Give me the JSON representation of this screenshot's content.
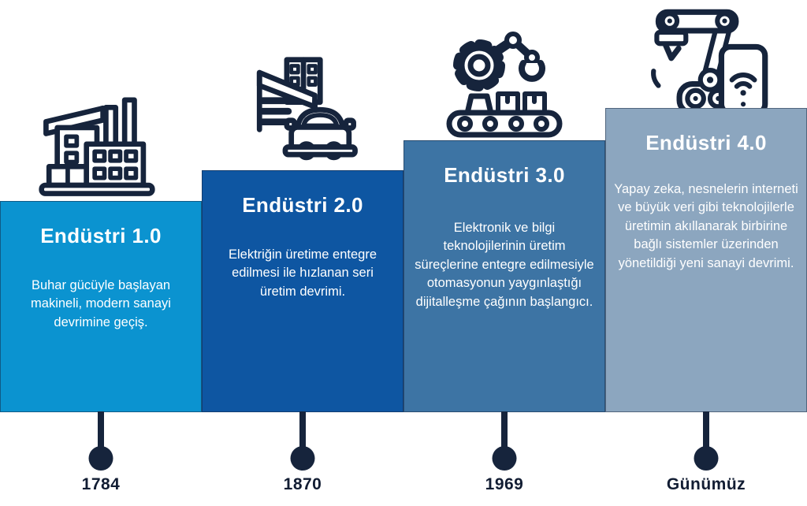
{
  "colors": {
    "panel1_bg": "#0B93D0",
    "panel2_bg": "#0E56A2",
    "panel3_bg": "#3D74A4",
    "panel4_bg": "#8CA6BF",
    "navy_outline": "#16243C",
    "year_text": "#121D33",
    "panel_text": "#FFFFFF",
    "background": "#FFFFFF"
  },
  "icons": {
    "era1": "factory-icon",
    "era2": "car-assembly-icon",
    "era3": "robotic-conveyor-icon",
    "era4": "smart-robot-phone-icon"
  },
  "timeline": {
    "eras": [
      {
        "title": "Endüstri 1.0",
        "description": "Buhar gücüyle başlayan makineli, modern sanayi devrimine geçiş.",
        "year": "1784"
      },
      {
        "title": "Endüstri 2.0",
        "description": "Elektriğin üretime entegre edilmesi ile hızlanan seri üretim devrimi.",
        "year": "1870"
      },
      {
        "title": "Endüstri 3.0",
        "description": "Elektronik ve bilgi teknolojilerinin üretim süreçlerine entegre edilmesiyle otomasyonun yaygınlaştığı dijitalleşme çağının başlangıcı.",
        "year": "1969"
      },
      {
        "title": "Endüstri 4.0",
        "description": "Yapay zeka, nesnelerin interneti ve büyük veri gibi teknolojilerle üretimin akıllanarak birbirine bağlı sistemler üzerinden yönetildiği yeni sanayi devrimi.",
        "year": "Günümüz"
      }
    ]
  }
}
